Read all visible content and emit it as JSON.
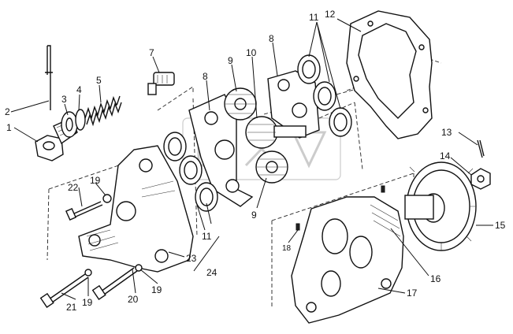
{
  "diagram": {
    "callouts": [
      {
        "id": "c1",
        "text": "1"
      },
      {
        "id": "c2",
        "text": "2"
      },
      {
        "id": "c3",
        "text": "3"
      },
      {
        "id": "c4",
        "text": "4"
      },
      {
        "id": "c5",
        "text": "5"
      },
      {
        "id": "c7",
        "text": "7"
      },
      {
        "id": "c8a",
        "text": "8"
      },
      {
        "id": "c8b",
        "text": "8"
      },
      {
        "id": "c9a",
        "text": "9"
      },
      {
        "id": "c9b",
        "text": "9"
      },
      {
        "id": "c10",
        "text": "10"
      },
      {
        "id": "c11a",
        "text": "11"
      },
      {
        "id": "c11b",
        "text": "11"
      },
      {
        "id": "c12",
        "text": "12"
      },
      {
        "id": "c13",
        "text": "13"
      },
      {
        "id": "c14",
        "text": "14"
      },
      {
        "id": "c15",
        "text": "15"
      },
      {
        "id": "c16",
        "text": "16"
      },
      {
        "id": "c17",
        "text": "17"
      },
      {
        "id": "c18",
        "text": "18"
      },
      {
        "id": "c19a",
        "text": "19"
      },
      {
        "id": "c19b",
        "text": "19"
      },
      {
        "id": "c19c",
        "text": "19"
      },
      {
        "id": "c20",
        "text": "20"
      },
      {
        "id": "c21",
        "text": "21"
      },
      {
        "id": "c22",
        "text": "22"
      },
      {
        "id": "c23",
        "text": "23"
      },
      {
        "id": "c24",
        "text": "24"
      }
    ]
  }
}
